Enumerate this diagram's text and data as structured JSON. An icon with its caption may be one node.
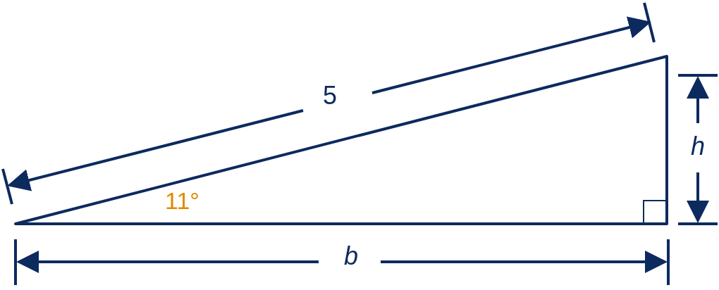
{
  "diagram": {
    "labels": [
      "5",
      "h",
      "11°",
      "b"
    ]
  }
}
